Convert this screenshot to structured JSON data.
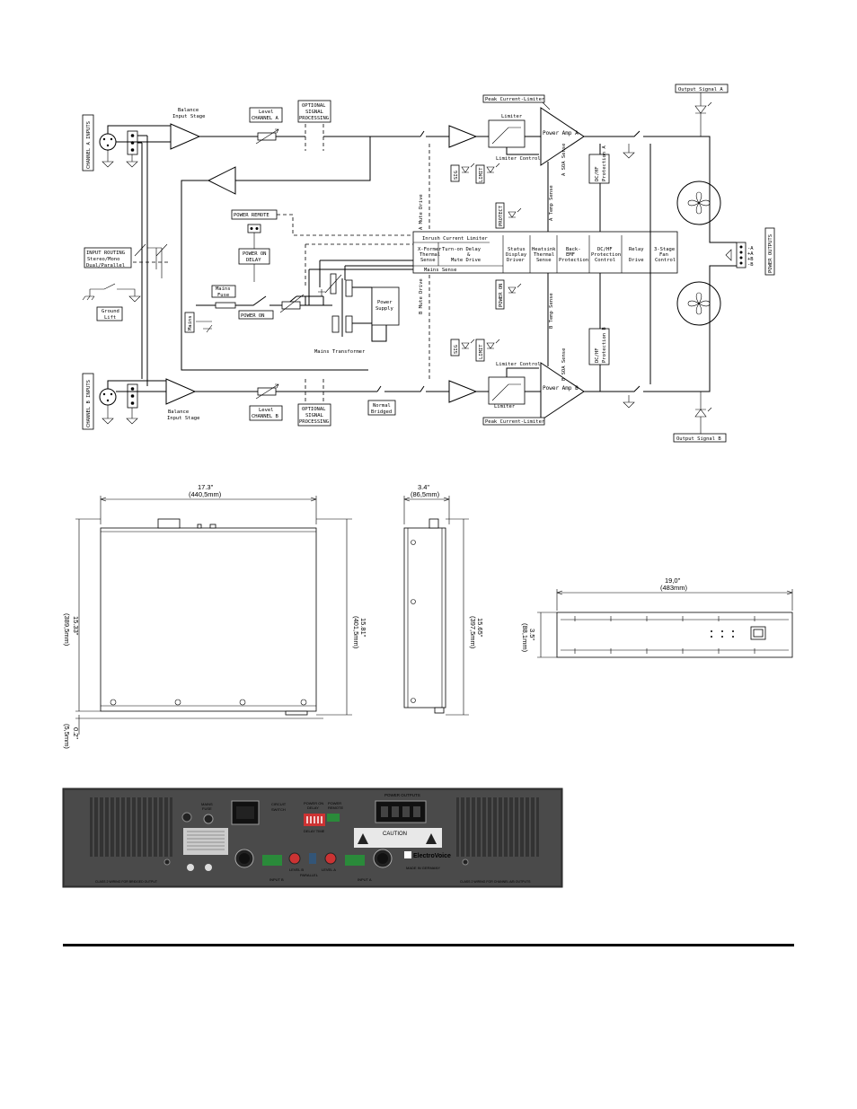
{
  "block_diagram": {
    "channel_a_inputs": "CHANNEL A INPUTS",
    "channel_b_inputs": "CHANNEL B INPUTS",
    "balance_input_stage": [
      "Balance",
      "Input Stage"
    ],
    "level_channel_a": [
      "Level",
      "CHANNEL A"
    ],
    "level_channel_b": [
      "Level",
      "CHANNEL B"
    ],
    "optional_processing": [
      "OPTIONAL",
      "SIGNAL",
      "PROCESSING"
    ],
    "power_remote": "POWER REMOTE",
    "power_on_delay": [
      "POWER ON",
      "DELAY"
    ],
    "input_routing": [
      "INPUT ROUTING",
      "Stereo/Mono",
      "Dual/Parallel"
    ],
    "ground_lift": [
      "Ground",
      "Lift"
    ],
    "mains_fuse": [
      "Mains",
      "Fuse"
    ],
    "mains": "Mains",
    "power_on": "POWER ON",
    "power_supply": [
      "Power",
      "Supply"
    ],
    "mains_transformer": "Mains Transformer",
    "normal_bridged": [
      "Normal",
      "Bridged"
    ],
    "peak_current_limiter": "Peak Current-Limiter",
    "limiter": "Limiter",
    "limiter_control": "Limiter Control",
    "power_amp_a": "Power Amp A",
    "power_amp_b": "Power Amp B",
    "output_signal_a": "Output Signal A",
    "output_signal_b": "Output Signal B",
    "power_outputs": "POWER OUTPUTS",
    "inrush_current_limiter": "Inrush Current Limiter",
    "mains_sense": "Mains Sense",
    "mute_drive_a": "A Mute Drive",
    "mute_drive_b": "B Mute Drive",
    "temp_sense_a": "A Temp Sense",
    "temp_sense_b": "B Temp Sense",
    "soa_sense_a": "A SOA Sense",
    "soa_sense_b": "B SOA Sense",
    "dc_hf_protection_a": [
      "DC/HF",
      "Protection A"
    ],
    "dc_hf_protection_b": [
      "DC/HF",
      "Protection B"
    ],
    "led_sig": "SIG",
    "led_limit": "LIMIT",
    "led_protect": "PROTECT",
    "led_power_on": "POWER ON",
    "control_cells": [
      [
        "X-Former",
        "Thermal",
        "Sense"
      ],
      [
        "Turn-on Delay",
        "&",
        "Mute Drive"
      ],
      [
        "Status",
        "Display",
        "Driver"
      ],
      [
        "Heatsink",
        "Thermal",
        "Sense"
      ],
      [
        "Back-",
        "EMF",
        "Protection"
      ],
      [
        "DC/HF",
        "Protection",
        "Control"
      ],
      [
        "Relay",
        "Drive"
      ],
      [
        "3-Stage",
        "Fan",
        "Control"
      ]
    ]
  },
  "dimensions": {
    "width_in": "17.3\"",
    "width_mm": "(440,5mm)",
    "depth1_in": "15.33\"",
    "depth1_mm": "(389,5mm)",
    "depth2_in": "15.81\"",
    "depth2_mm": "(401,5mm)",
    "depth3_in": "15.65\"",
    "depth3_mm": "(397,5mm)",
    "foot_in": "0.2\"",
    "foot_mm": "(5,5mm)",
    "height_in": "3.4\"",
    "height_mm": "(86,5mm)",
    "front_width_in": "19,0\"",
    "front_width_mm": "(483mm)",
    "front_height_in": "3.5\"",
    "front_height_mm": "(88,1mm)"
  },
  "rear_panel": {
    "mains_fuse": [
      "MAINS",
      "FUSE"
    ],
    "circuit_labels": [
      "CIRCUIT",
      "SWITCH"
    ],
    "power_on_delay": [
      "POWER ON",
      "DELAY"
    ],
    "power_remote": [
      "POWER",
      "REMOTE"
    ],
    "delay_time": "DELAY TIME",
    "power_outputs": "POWER OUTPUTS",
    "bridged": "BRIDGED",
    "caution": "CAUTION",
    "brand": "ElectroVoice",
    "level_b": "LEVEL B",
    "level_a": "LEVEL A",
    "parallel": "PARALLEL",
    "input_b": "INPUT B",
    "input_a": "INPUT A",
    "class2_left": "CLASS 2 WIRING FOR BRIDGED OUTPUT",
    "class2_right": "CLASS 2 WIRING FOR CHANNEL A/B OUTPUTS",
    "made_in": "MADE IN GERMANY"
  }
}
